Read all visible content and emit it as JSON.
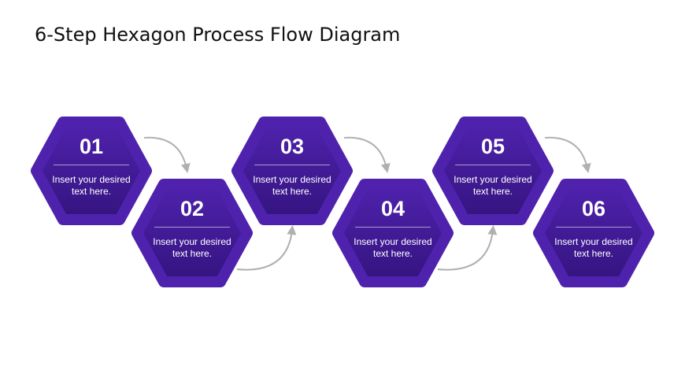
{
  "slide": {
    "title": "6-Step Hexagon Process Flow Diagram",
    "accent_color": "#4b1fa8",
    "accent_color_dark": "#311380",
    "arrow_color": "#b0b0b0",
    "steps": [
      {
        "number": "01",
        "text": "Insert your desired text here."
      },
      {
        "number": "02",
        "text": "Insert your desired text here."
      },
      {
        "number": "03",
        "text": "Insert your desired text here."
      },
      {
        "number": "04",
        "text": "Insert your desired text here."
      },
      {
        "number": "05",
        "text": "Insert your desired text here."
      },
      {
        "number": "06",
        "text": "Insert your desired text here."
      }
    ]
  }
}
